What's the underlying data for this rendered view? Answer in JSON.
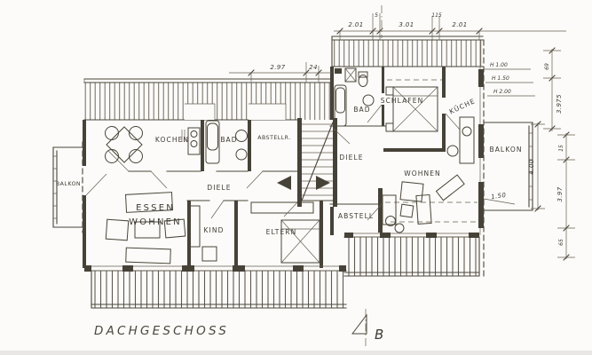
{
  "footer": {
    "title": "DACHGESCHOSS",
    "section_marker": "B"
  },
  "rooms": {
    "left": {
      "balkon": "BALKON",
      "essen": "ESSEN",
      "wohnen": "WOHNEN",
      "kochen": "KOCHEN",
      "bad": "BAD",
      "diele": "DIELE",
      "abstellraum": "ABSTELLR.",
      "kind": "KIND",
      "eltern": "ELTERN"
    },
    "right": {
      "bad": "BAD",
      "schlafen": "SCHLAFEN",
      "kueche": "KÜCHE",
      "diele": "DIELE",
      "wohnen": "WOHNEN",
      "abstell": "ABSTELL",
      "balkon": "BALKON"
    }
  },
  "dimensions": {
    "top_left": {
      "span": "2.97",
      "wall": "24"
    },
    "top_right": {
      "d1": "2.01",
      "d2": "5",
      "d3": "3.01",
      "d4": "115",
      "d5": "2.01"
    },
    "heights": {
      "h1": "H 1.00",
      "h2": "H 1.50",
      "h3": "H 2.00"
    },
    "right_side": {
      "v1": "69",
      "v2": "3.975",
      "v3": "4.00",
      "v4": "15",
      "v5": "1.50",
      "v6": "3.97",
      "v7": "65"
    }
  },
  "colors": {
    "ink": "#45413a",
    "paper": "#fcfbf9",
    "hatch": "#716c63"
  }
}
